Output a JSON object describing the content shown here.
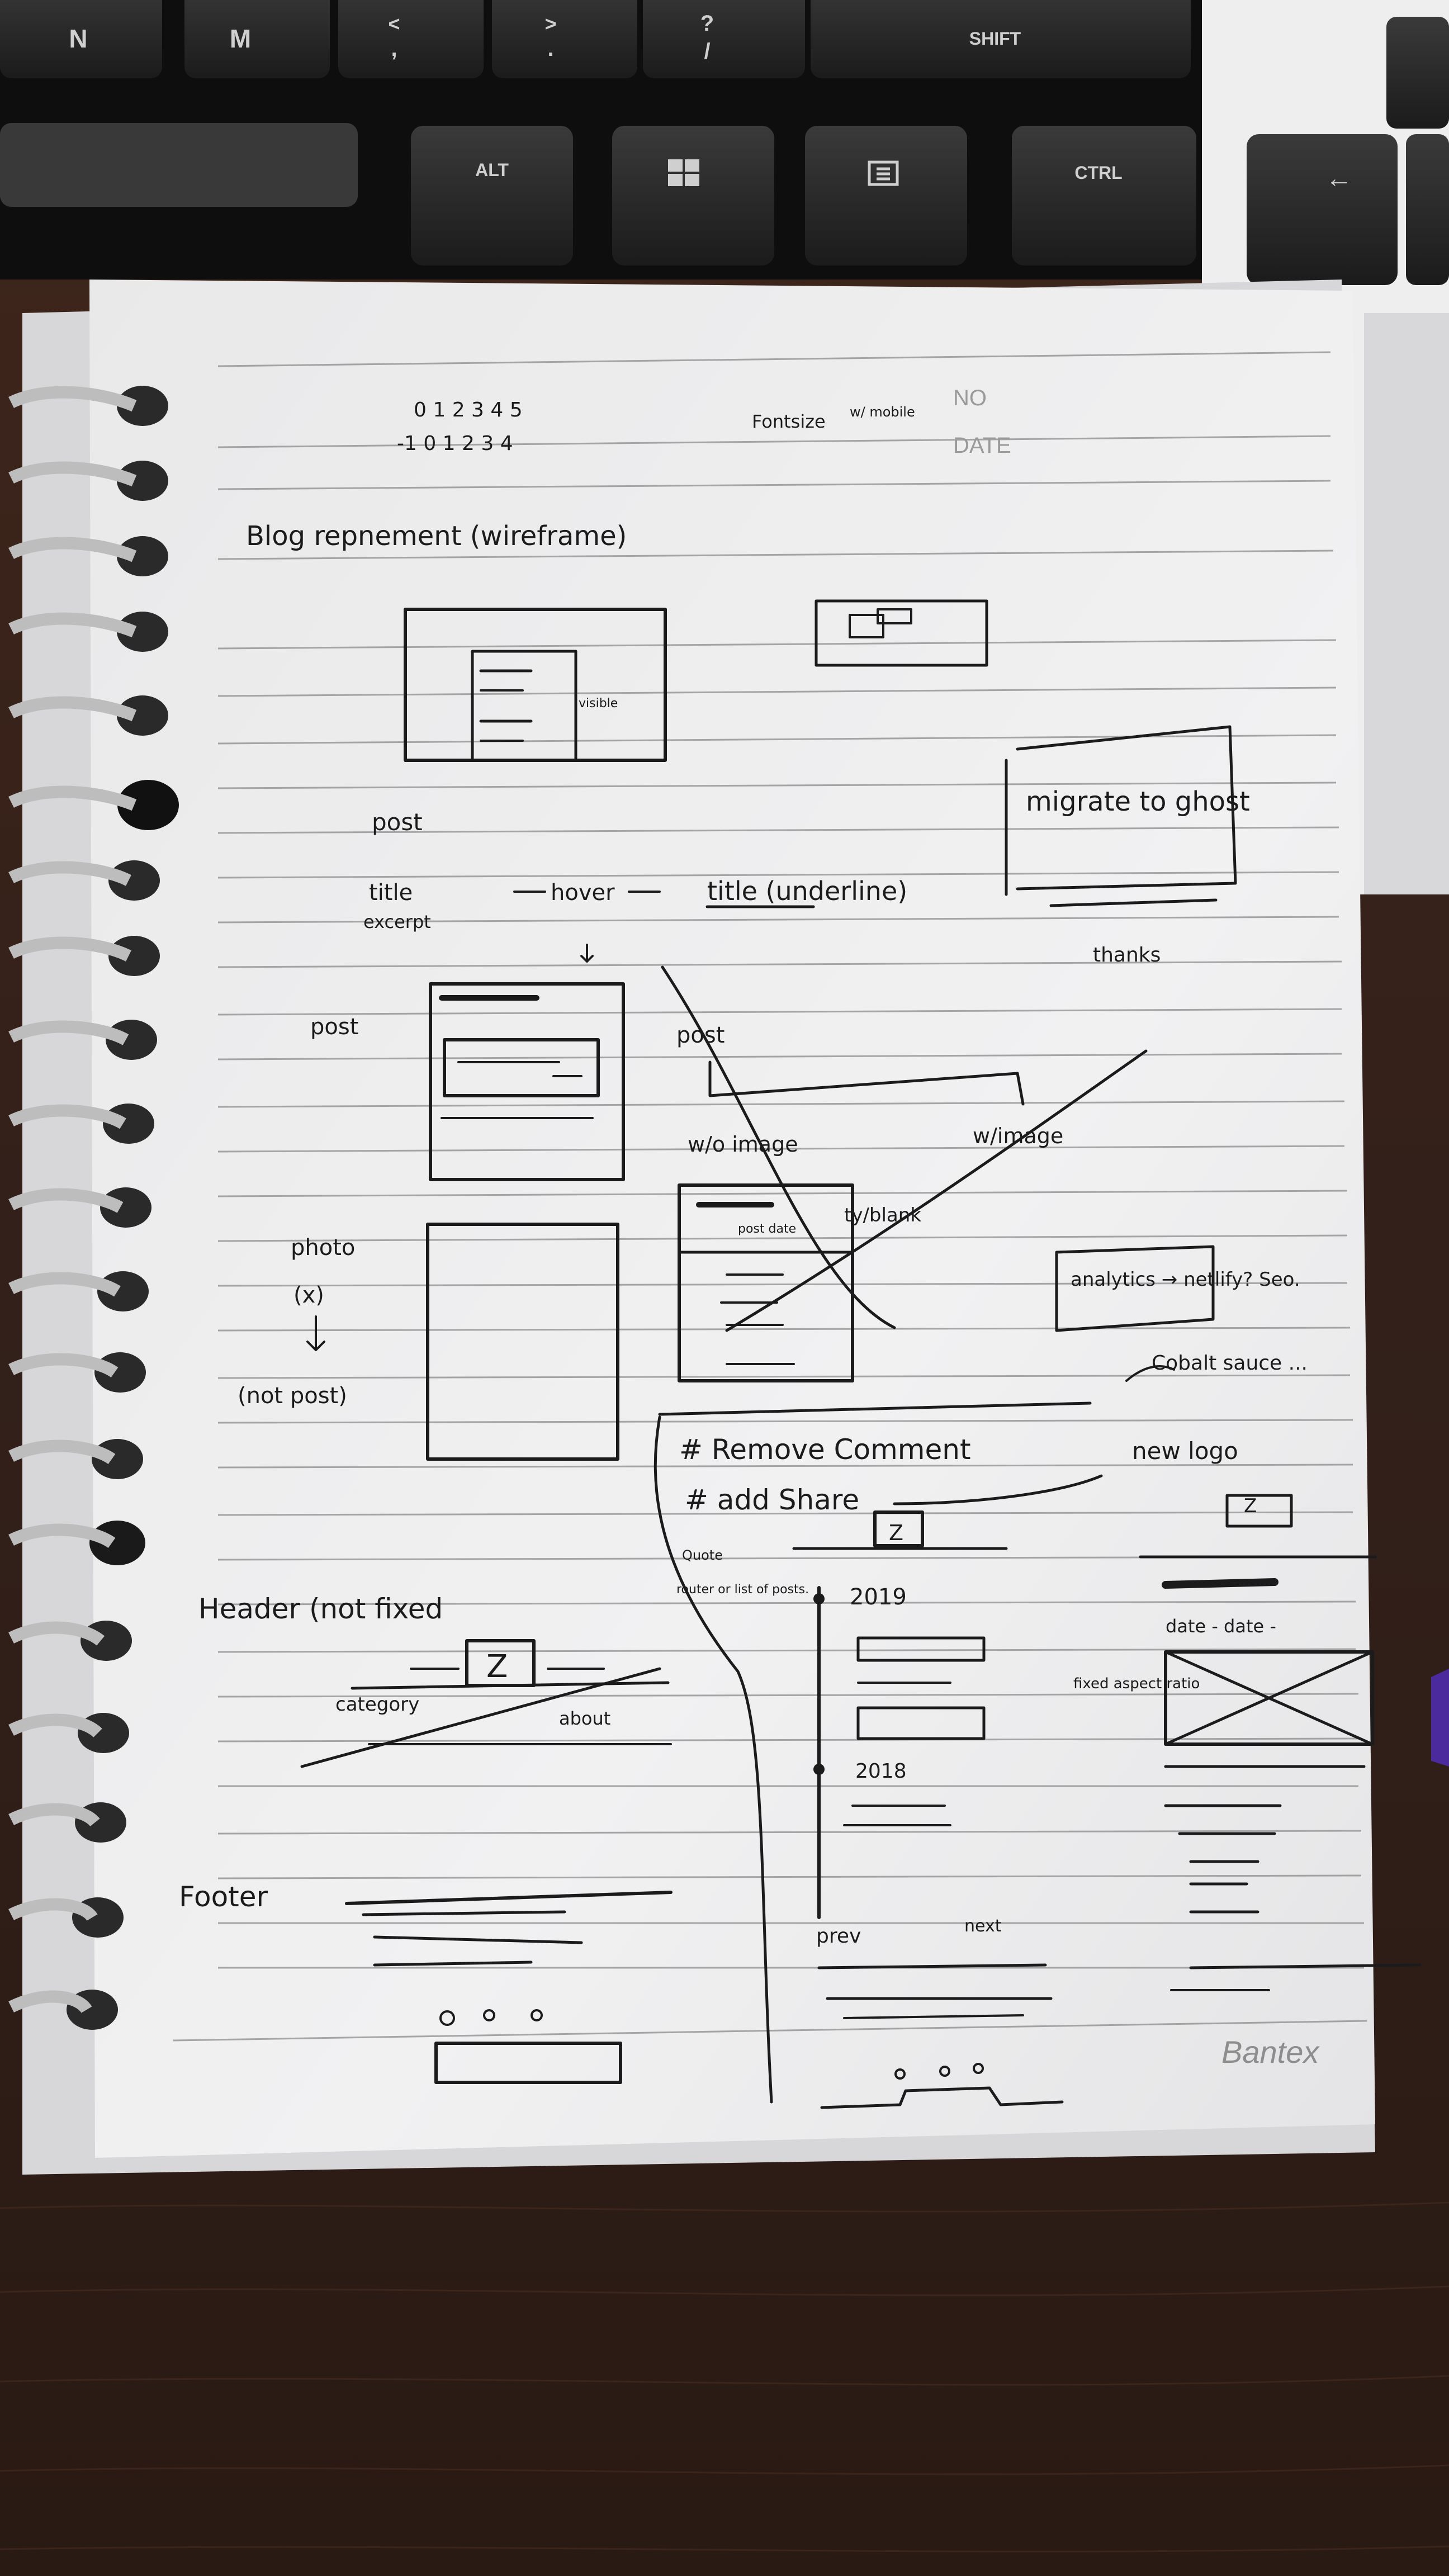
{
  "keyboard": {
    "keys": [
      "N",
      "M",
      "<",
      ",",
      ">",
      ".",
      "?",
      "/",
      "SHIFT",
      "ALT",
      "CTRL",
      "←"
    ]
  },
  "notebook": {
    "header_fields": [
      "NO",
      "DATE"
    ],
    "brand": "Bantex"
  },
  "sketch": {
    "ruler_top": "0 1 2 3 4 5",
    "ruler_bottom": "-1 0 1 2 3 4",
    "font_size_note": "Fontsize",
    "mobile_note": "w/ mobile",
    "title": "Blog repnement (wireframe)",
    "visible_label": "visible",
    "migrate_note": "migrate to ghost",
    "thanks_note": "thanks",
    "post_label": "post",
    "title_label": "title",
    "excerpt_label": "excerpt",
    "hover_label": "hover",
    "title_underline": "title (underline)",
    "post_label_2": "post",
    "post_label_3": "post",
    "wo_image": "w/o image",
    "w_image": "w/image",
    "blank_label": "ty/blank",
    "post_date": "post date",
    "photo_label": "photo",
    "x_label": "(x)",
    "not_post": "(not post)",
    "analytics_note": "analytics → netlify? Seo.",
    "cobalt_note": "Cobalt sauce ...",
    "remove_comment": "# Remove Comment",
    "add_share": "# add Share",
    "new_logo": "new logo",
    "z_logo": "Z",
    "header_label": "Header (not fixed",
    "category_label": "category",
    "about_label": "about",
    "footer_label": "Footer",
    "year_2019": "2019",
    "year_2018": "2018",
    "prev_label": "prev",
    "next_label": "next",
    "fixed_ratio": "fixed aspect ratio",
    "date_label": "date - date -",
    "quote_note": "Quote",
    "mini_notes": "router or list of posts."
  }
}
